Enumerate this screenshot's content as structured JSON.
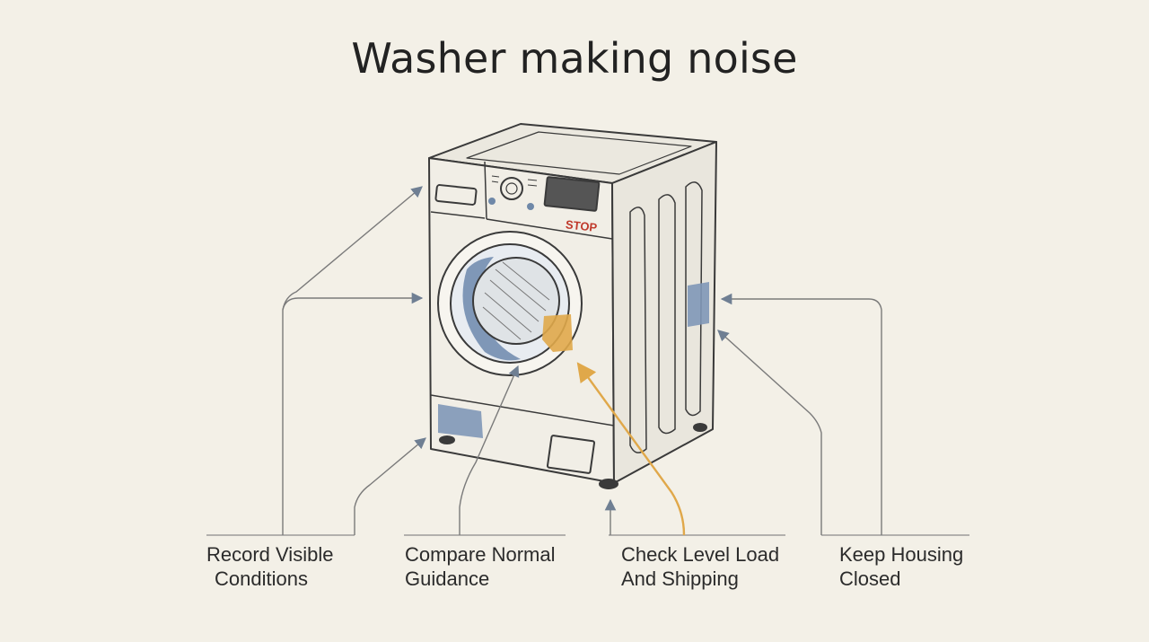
{
  "title": "Washer making noise",
  "machine": {
    "panel_badge": "STOP"
  },
  "labels": [
    {
      "id": "record",
      "lines": [
        "Record Visible",
        "Conditions"
      ]
    },
    {
      "id": "compare",
      "lines": [
        "Compare Normal",
        "Guidance"
      ]
    },
    {
      "id": "check",
      "lines": [
        "Check Level Load",
        "And Shipping"
      ]
    },
    {
      "id": "keep",
      "lines": [
        "Keep Housing",
        "Closed"
      ]
    }
  ],
  "colors": {
    "background": "#f3f0e7",
    "ink": "#3a3a3a",
    "line_gray": "#7a7a7a",
    "accent_blue": "#6f88a8",
    "accent_orange": "#e0a84a",
    "stop_red": "#c0392b"
  }
}
